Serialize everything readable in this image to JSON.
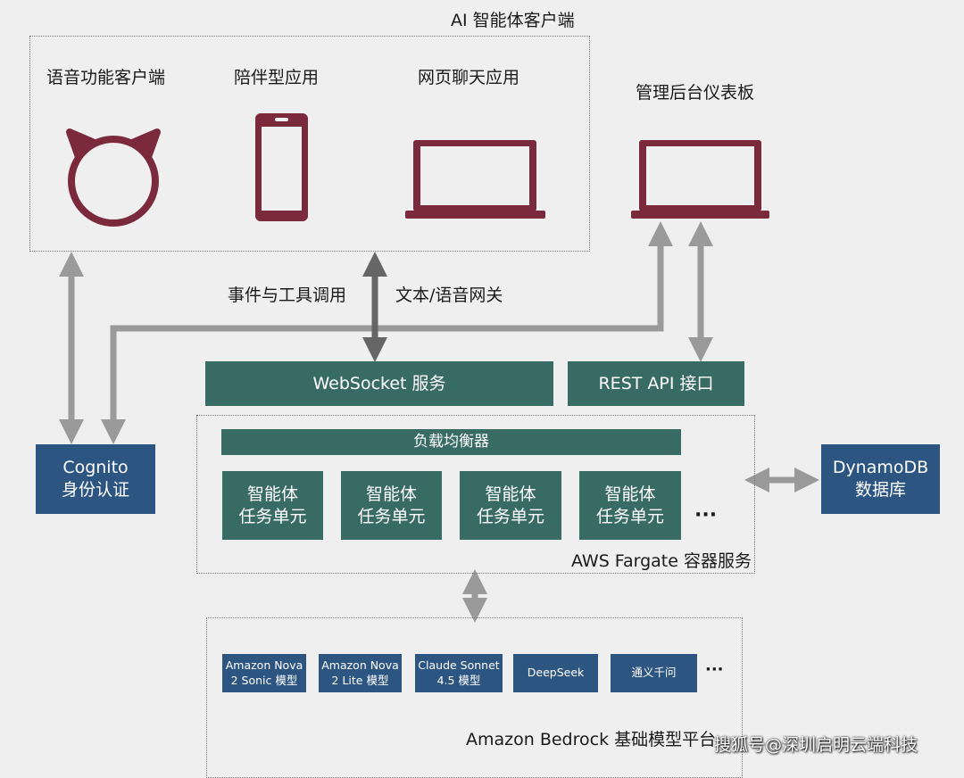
{
  "client_group": {
    "title": "AI 智能体客户端",
    "items": [
      {
        "label": "语音功能客户端",
        "icon": "voice-device-icon"
      },
      {
        "label": "陪伴型应用",
        "icon": "phone-icon"
      },
      {
        "label": "网页聊天应用",
        "icon": "laptop-icon"
      }
    ]
  },
  "admin": {
    "label": "管理后台仪表板",
    "icon": "laptop-icon"
  },
  "edge_labels": {
    "events": "事件与工具调用",
    "gateway": "文本/语音网关"
  },
  "websocket": "WebSocket 服务",
  "rest_api": "REST API 接口",
  "cognito": {
    "line1": "Cognito",
    "line2": "身份认证"
  },
  "dynamodb": {
    "line1": "DynamoDB",
    "line2": "数据库"
  },
  "fargate": {
    "title": "AWS Fargate 容器服务",
    "load_balancer": "负载均衡器",
    "tasks": [
      {
        "line1": "智能体",
        "line2": "任务单元"
      },
      {
        "line1": "智能体",
        "line2": "任务单元"
      },
      {
        "line1": "智能体",
        "line2": "任务单元"
      },
      {
        "line1": "智能体",
        "line2": "任务单元"
      }
    ],
    "more": "···"
  },
  "bedrock": {
    "title": "Amazon Bedrock 基础模型平台",
    "models": [
      {
        "line1": "Amazon Nova",
        "line2": "2 Sonic 模型"
      },
      {
        "line1": "Amazon Nova",
        "line2": "2 Lite 模型"
      },
      {
        "line1": "Claude Sonnet",
        "line2": "4.5 模型"
      },
      {
        "line1": "DeepSeek",
        "line2": ""
      },
      {
        "line1": "通义千问",
        "line2": ""
      }
    ],
    "more": "···"
  },
  "watermark": "搜狐号@深圳启明云端科技",
  "colors": {
    "teal": "#386b63",
    "blue": "#2c5581",
    "maroon": "#7b2a3b",
    "arrow": "#9a9a9a",
    "arrow_dark": "#666666"
  }
}
